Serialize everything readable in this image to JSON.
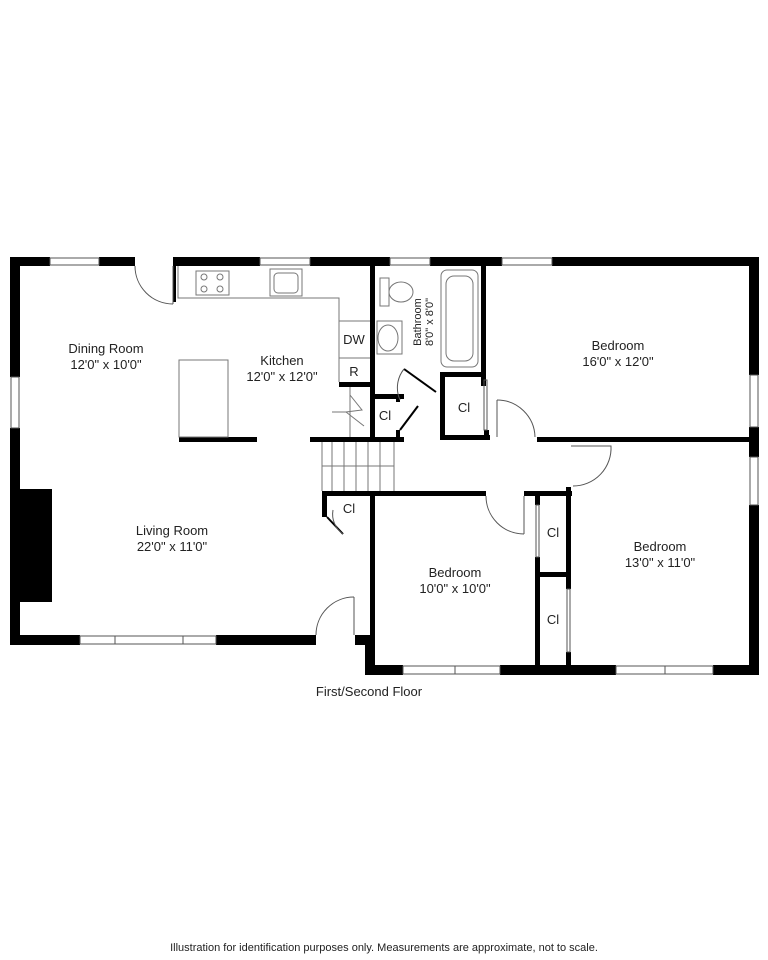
{
  "plan": {
    "floor_name": "First/Second Floor",
    "disclaimer": "Illustration for identification purposes only. Measurements are approximate, not to scale.",
    "rooms": [
      {
        "name": "Dining Room",
        "dims": "12'0\" x 10'0\""
      },
      {
        "name": "Kitchen",
        "dims": "12'0\" x 12'0\""
      },
      {
        "name": "Living Room",
        "dims": "22'0\" x 11'0\""
      },
      {
        "name": "Bathroom",
        "dims": "8'0\" x 8'0\""
      },
      {
        "name": "Bedroom",
        "dims": "16'0\" x 12'0\""
      },
      {
        "name": "Bedroom",
        "dims": "10'0\" x 10'0\""
      },
      {
        "name": "Bedroom",
        "dims": "13'0\" x 11'0\""
      }
    ],
    "fixtures": {
      "dishwasher": "DW",
      "refrigerator": "R"
    },
    "closets": [
      "Cl",
      "Cl",
      "Cl",
      "Cl",
      "Cl"
    ],
    "colors": {
      "wall": "#000000",
      "line": "#555555",
      "background": "#ffffff"
    }
  }
}
